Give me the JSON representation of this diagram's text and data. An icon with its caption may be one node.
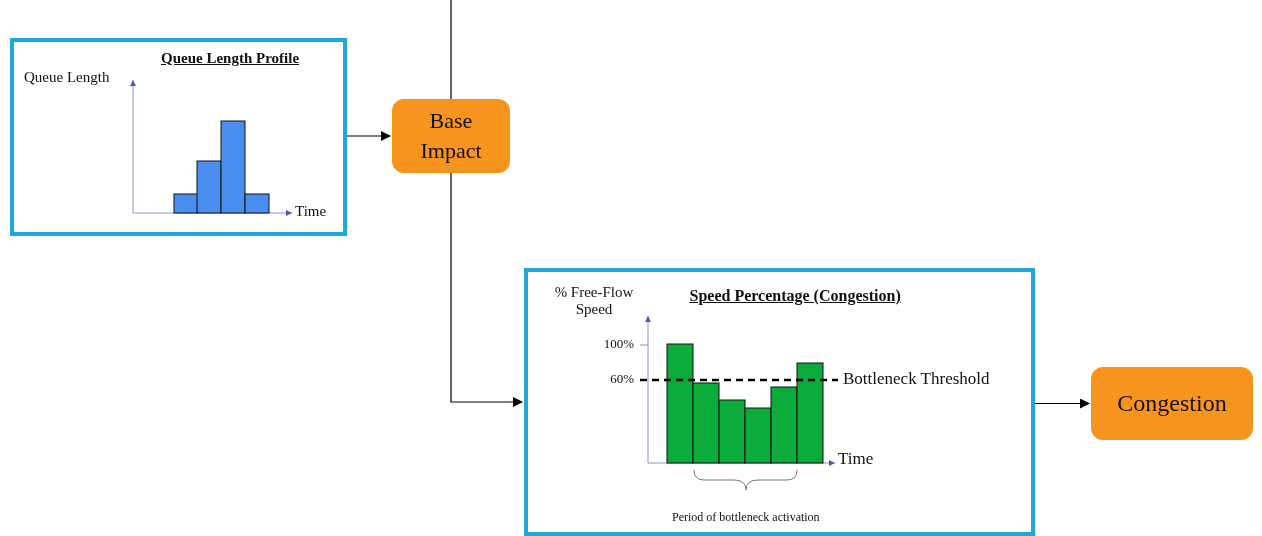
{
  "diagram": {
    "nodes": [
      {
        "text": [
          "Queue Length Profile",
          "Queue Length",
          "Time"
        ]
      },
      {
        "text": [
          "Base Impact"
        ]
      },
      {
        "text": [
          "% Free-Flow Speed",
          "Speed Percentage (Congestion)",
          "100%",
          "60%",
          "Bottleneck Threshold",
          "Time",
          "Period of bottleneck activation"
        ]
      },
      {
        "text": [
          "Congestion"
        ]
      }
    ],
    "edges": [
      {
        "from": 0,
        "to": 1,
        "arrow": "to"
      },
      {
        "from": null,
        "to": 1,
        "arrow": "none"
      },
      {
        "from": 1,
        "to": 2,
        "arrow": "to"
      },
      {
        "from": 2,
        "to": 3,
        "arrow": "to"
      }
    ]
  }
}
